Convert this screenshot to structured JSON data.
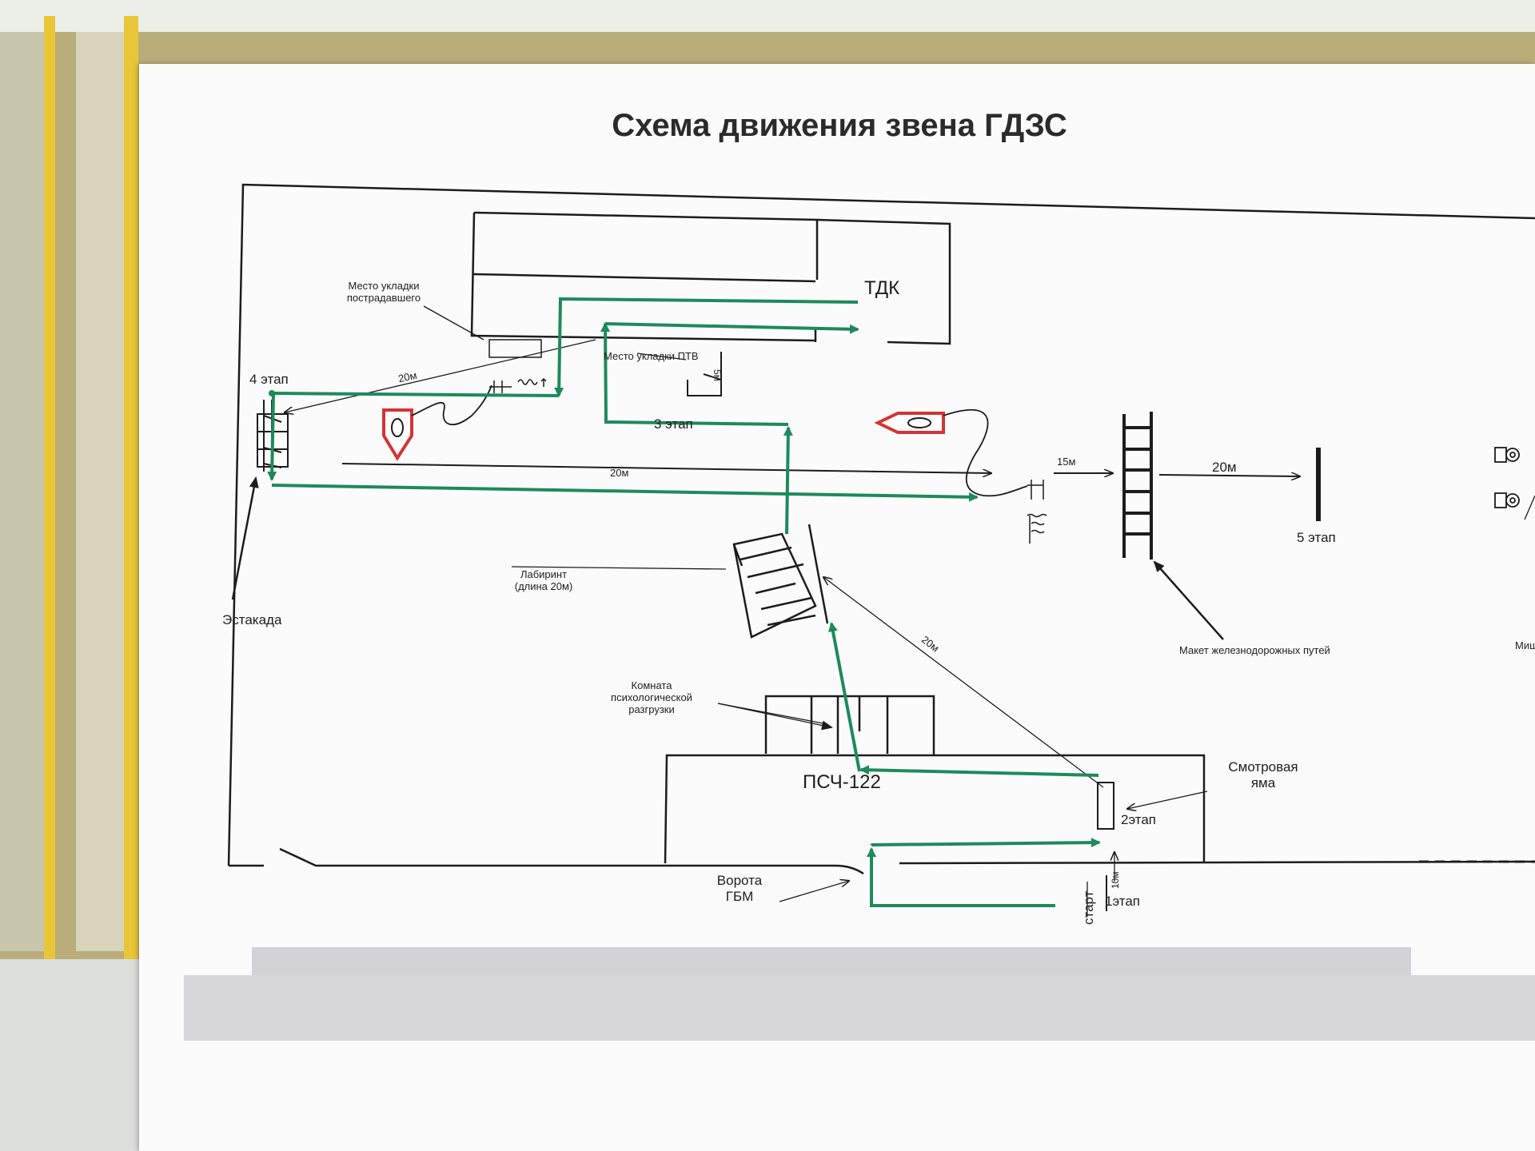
{
  "title": "Схема движения звена ГДЗС",
  "labels": {
    "tdk": "ТДК",
    "victim_place": "Место укладки пострадавшего",
    "ptv_place": "Место укладки ПТВ",
    "dim_5m": "5м",
    "stage4": "4 этап",
    "dist_20m_a": "20м",
    "dist_20m_b": "20м",
    "dist_20m_c": "20м",
    "dist_20m_d": "20м",
    "dist_15m": "15м",
    "stage3": "3 этап",
    "stage5": "5 этап",
    "estakada": "Эстакада",
    "labyrinth_line1": "Лабиринт",
    "labyrinth_line2": "(длина 20м)",
    "rail_model": "Макет железнодорожных путей",
    "room_line1": "Комната",
    "room_line2": "психологической",
    "room_line3": "разгрузки",
    "psch": "ПСЧ-122",
    "pit_line1": "Смотровая",
    "pit_line2": "яма",
    "stage2": "2этап",
    "gate_line1": "Ворота",
    "gate_line2": "ГБМ",
    "start": "старт",
    "dim_10m": "10м",
    "stage1": "1этап",
    "cut_label": "Миш"
  },
  "colors": {
    "route": "#1e8a5c",
    "lines": "#1c1c1c",
    "pentagon": "#d63333"
  }
}
